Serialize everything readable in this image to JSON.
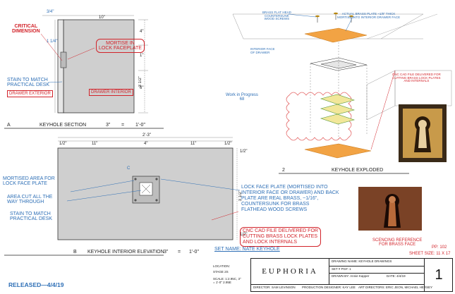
{
  "section": {
    "dims": {
      "top_left": "3/4\"",
      "top_mid": "10\"",
      "side_1": "4\"",
      "side_2": "1\"",
      "side_3": "6\"",
      "left_small": "1 1/4\"",
      "right_tall": "3 1/2\""
    },
    "notes": {
      "critical": "CRITICAL\nDIMENSION",
      "mortise": "MORTISE IN\nLOCK FACEPLATE",
      "stain": "STAIN TO MATCH\nPRACTICAL DESK",
      "drawer_exterior": "DRAWER EXTERIOR",
      "drawer_interior": "DRAWER INTERIOR"
    },
    "title": {
      "letter": "A",
      "name": "KEYHOLE SECTION",
      "scale_l": "3\"",
      "eq": "=",
      "scale_r": "1'-0\""
    }
  },
  "elevation": {
    "dims": {
      "overall": "2'-3\"",
      "left": "1/2\"",
      "seg1": "11\"",
      "seg2": "4\"",
      "seg3": "11\"",
      "right": "1/2\"",
      "h1": "1/2\"",
      "h2": "3 1/2\"",
      "h3": "1/2\"",
      "c": "C"
    },
    "notes": {
      "mortised": "MORTISED AREA FOR\nLOCK FACE PLATE",
      "cut": "AREA CUT ALL THE\nWAY THROUGH",
      "stain": "STAIN TO MATCH\nPRACTICAL DESK"
    },
    "title": {
      "letter": "B",
      "name": "KEYHOLE INTERIOR ELEVATION",
      "scale_l": "3\"",
      "eq": "=",
      "scale_r": "1'-0\""
    }
  },
  "exploded": {
    "notes": {
      "screws": "BRASS FLAT HEAD\nCOUNTERSUNK\nWOOD SCREWS",
      "actual_plate": "ACTUAL BRASS PLATE ~1/8\" THICK\nMORTISE INTO INTERIOR DRAWER FACE",
      "interior_face": "INTERIOR FACE\nOF DRAWER",
      "cnc": "CNC CAD FILE DELIVERED FOR\nCUTTING BRASS LOCK PLATES\nAND INTERNALS",
      "wip": "Work in Progress\n68"
    },
    "title": {
      "number": "2",
      "name": "KEYHOLE EXPLODED"
    }
  },
  "right_notes": {
    "lock_plate": "LOCK FACE PLATE (MORTISED INTO\nINTERIOR FACE OR DRAWER) AND BACK\nPLATE ARE REAL BRASS, ~1/16\",\nCOUNTERSUNK FOR BRASS\nFLATHEAD WOOD SCREWS",
    "cnc": "CNC CAD FILE DELIVERED FOR\nCUTTING BRASS LOCK PLATES\nAND LOCK INTERNALS",
    "set_name": "SET NAME:  NATE KEYHOLE",
    "scenic_ref": "SCENCING REFERENCE\nFOR BRASS FACE",
    "pp": "PP: 102",
    "sheet_size": "SHEET SIZE: 11 X 17"
  },
  "title_block": {
    "location": "LOCATION:",
    "stage": "STAGE 2S",
    "scale": "SCALE: 1:2.95C, 3\"\n= 1'-0\" 2.95E",
    "logo": "EUPHORIA",
    "drawing_name": "DRAWING NAME: KEYHOLE DRAWINGS",
    "set_pg": "SET # PG#: 1",
    "drawn_by": "DRAWN BY: Annie Kapper",
    "date": "DATE: 4/4/19",
    "director": "DIRECTOR: SAM LEVINSON",
    "prod_designer": "PRODUCTION DESIGNER: KAY LEE",
    "art_directors": "ART DIRECTORS: ERIC JEON, MICHAEL HERSEY",
    "sheet_number": "1"
  },
  "released": "RELEASED—4/4/19",
  "colors": {
    "red": "#d2232a",
    "blue": "#2e6fb6",
    "orange": "#f2a344",
    "gray": "#cccccc"
  }
}
